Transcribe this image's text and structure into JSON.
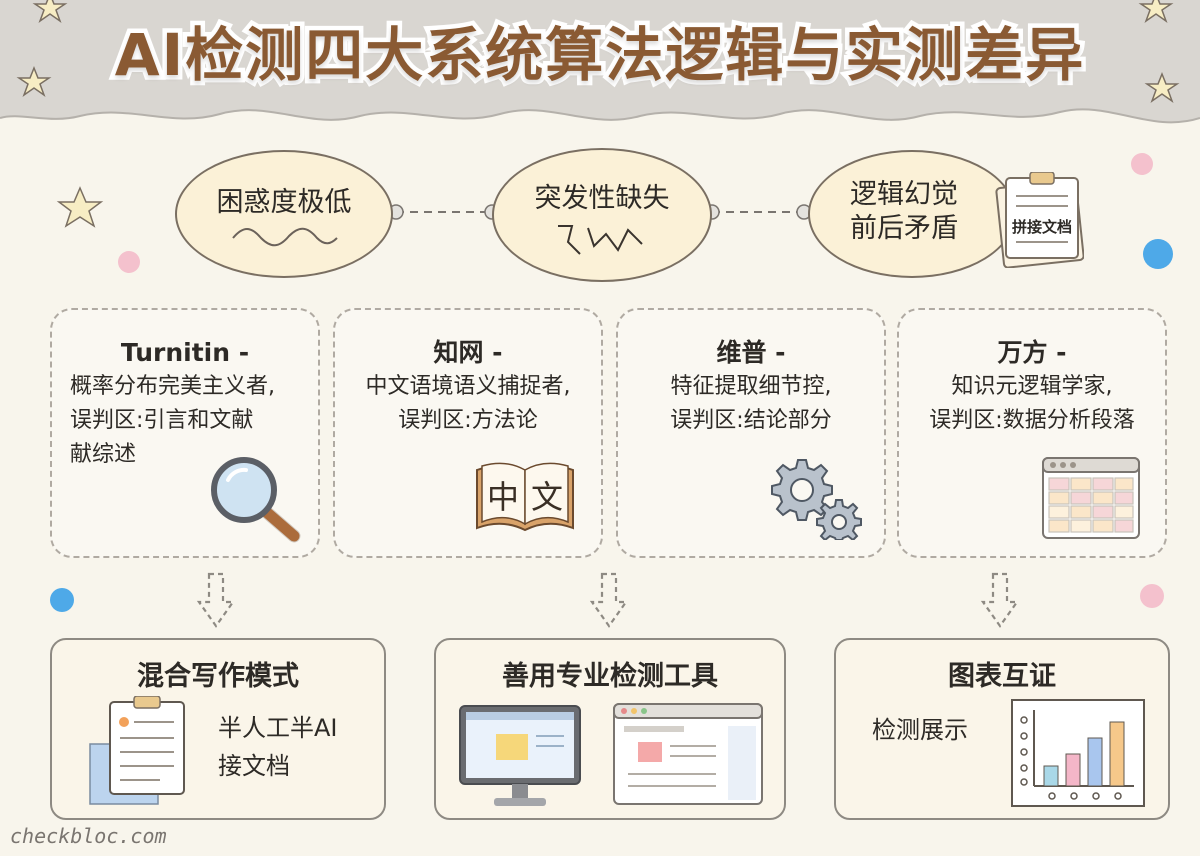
{
  "title": "AI检测四大系统算法逻辑与实测差异",
  "bubbles": [
    {
      "line1": "困惑度极低"
    },
    {
      "line1": "突发性缺失"
    },
    {
      "line1": "逻辑幻觉",
      "line2": "前后矛盾",
      "doc_label": "拼接文档"
    }
  ],
  "systems": [
    {
      "name": "Turnitin -",
      "desc1": "概率分布完美主义者,",
      "desc2": "误判区:引言和文献",
      "desc3": "献综述",
      "icon": "magnifier-icon"
    },
    {
      "name": "知网 -",
      "desc1": "中文语境语义捕捉者,",
      "desc2": "误判区:方法论",
      "book_text": "中文",
      "icon": "book-icon"
    },
    {
      "name": "维普 -",
      "desc1": "特征提取细节控,",
      "desc2": "误判区:结论部分",
      "icon": "gears-icon"
    },
    {
      "name": "万方 -",
      "desc1": "知识元逻辑学家,",
      "desc2": "误判区:数据分析段落",
      "icon": "table-icon"
    }
  ],
  "strategies": [
    {
      "title": "混合写作模式",
      "text1": "半人工半AI",
      "text2": "接文档"
    },
    {
      "title": "善用专业检测工具"
    },
    {
      "title": "图表互证",
      "text1": "检测展示"
    }
  ],
  "footer": "checkbloc.com",
  "colors": {
    "title": "#8a5a33",
    "bubble_fill": "#fbf1d7",
    "background": "#f8f5ec",
    "accent_blue": "#4ea9e8",
    "accent_pink": "#f4c1cd"
  }
}
